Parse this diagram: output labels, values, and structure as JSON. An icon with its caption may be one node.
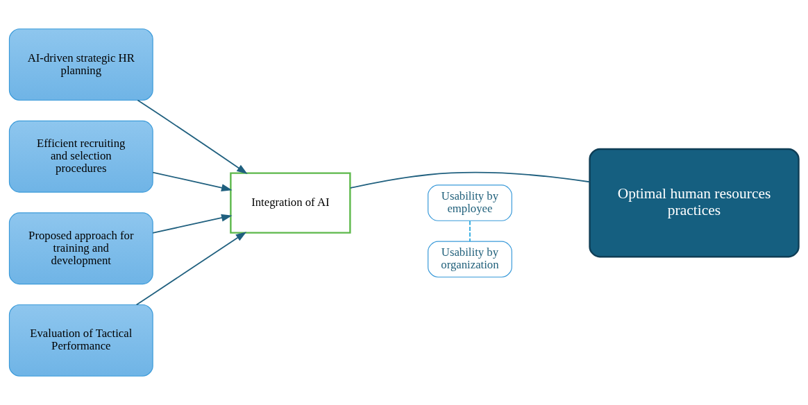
{
  "diagram": {
    "nodes": [
      {
        "text": [
          "AI-driven strategic HR planning"
        ]
      },
      {
        "text": [
          "Efficient recruiting and selection procedures"
        ]
      },
      {
        "text": [
          "Proposed approach for training and development"
        ]
      },
      {
        "text": [
          "Evaluation of Tactical Performance"
        ]
      },
      {
        "text": [
          "Integration of AI"
        ]
      },
      {
        "text": [
          "Optimal human resources practices"
        ]
      },
      {
        "text": [
          "Usability by employee"
        ]
      },
      {
        "text": [
          "Usability by organization"
        ]
      }
    ],
    "edges": [
      {
        "from": 0,
        "to": 4,
        "arrow": "to"
      },
      {
        "from": 1,
        "to": 4,
        "arrow": "to"
      },
      {
        "from": 2,
        "to": 4,
        "arrow": "to"
      },
      {
        "from": 3,
        "to": 4,
        "arrow": "to"
      },
      {
        "from": 4,
        "to": 5,
        "arrow": "none"
      },
      {
        "from": 6,
        "to": 7,
        "arrow": "none",
        "style": "dashed",
        "color": "#29a8e0"
      }
    ]
  }
}
